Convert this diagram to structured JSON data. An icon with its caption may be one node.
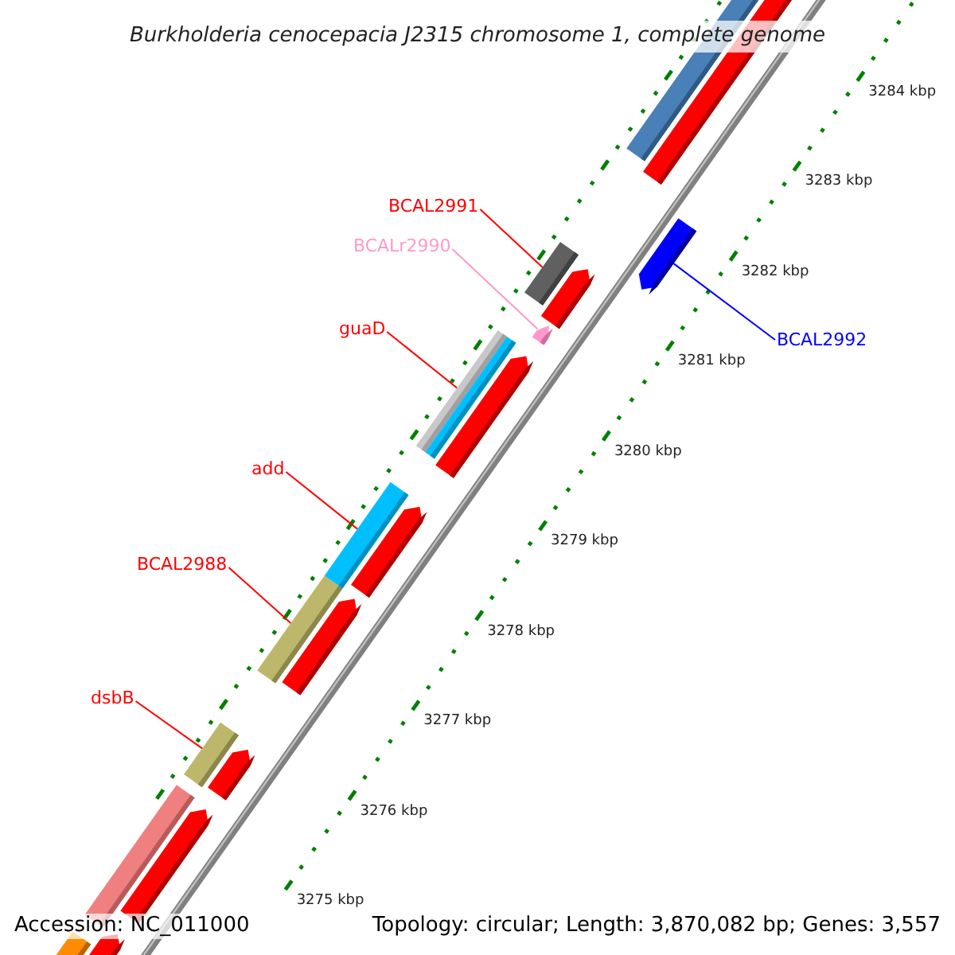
{
  "diagram": {
    "title": "Burkholderia cenocepacia J2315 chromosome 1, complete genome",
    "nodes": [
      {
        "text": [
          "BCAL2991"
        ]
      },
      {
        "text": [
          "BCALr2990"
        ]
      },
      {
        "text": [
          "guaD"
        ]
      },
      {
        "text": [
          "BCAL2992"
        ]
      },
      {
        "text": [
          "add"
        ]
      },
      {
        "text": [
          "BCAL2988"
        ]
      },
      {
        "text": [
          "dsbB"
        ]
      },
      {
        "text": [],
        "shape": "bar"
      },
      {
        "text": [],
        "shape": "bar"
      },
      {
        "text": [],
        "shape": "bar"
      },
      {
        "text": [],
        "shape": "bar"
      },
      {
        "text": [],
        "shape": "bar"
      },
      {
        "text": [],
        "shape": "bar"
      },
      {
        "text": [],
        "shape": "bar"
      }
    ],
    "edges": [
      {
        "from": 0,
        "to": 8,
        "arrow": "none"
      },
      {
        "from": 1,
        "to": 9,
        "arrow": "none",
        "color": "#ff99cc"
      },
      {
        "from": 2,
        "to": 10,
        "arrow": "none"
      },
      {
        "from": 3,
        "to": 7,
        "arrow": "none",
        "color": "#0000ff"
      },
      {
        "from": 4,
        "to": 11,
        "arrow": "none"
      },
      {
        "from": 5,
        "to": 12,
        "arrow": "none"
      },
      {
        "from": 6,
        "to": 13,
        "arrow": "none"
      }
    ],
    "labels": [
      "3284 kbp",
      "3283 kbp",
      "3282 kbp",
      "3281 kbp",
      "3280 kbp",
      "3279 kbp",
      "3278 kbp",
      "3277 kbp",
      "3276 kbp",
      "3275 kbp",
      "Accession: NC_011000",
      "Topology: circular; Length: 3,870,082 bp; Genes: 3,557"
    ]
  }
}
